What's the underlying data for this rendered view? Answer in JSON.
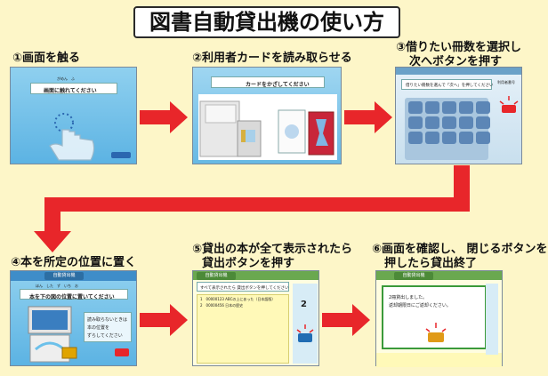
{
  "title": "図書自動貸出機の使い方",
  "steps": [
    {
      "label": "①画面を触る",
      "prompt": "画面に触れてください",
      "ruby": "がめん　ふ"
    },
    {
      "label": "②利用者カードを読み取らせる",
      "prompt": "カードをかざしてください"
    },
    {
      "label_line1": "③借りたい冊数を選択し",
      "label_line2": "次へボタンを押す",
      "prompt": "借りたい冊数を選んで「次へ」を押してください",
      "side_text": "利用者番号"
    },
    {
      "label": "④本を所定の位置に置く",
      "prompt": "本を下の図の位置に置いてください",
      "ruby": "ほん　した　ず　いち　お",
      "note_l1": "読み取らないときは",
      "note_l2": "本の位置を",
      "note_l3": "ずらしてください"
    },
    {
      "label_line1": "⑤貸出の本が全て表示されたら",
      "label_line2": "貸出ボタンを押す",
      "prompt": "すべて表示されたら 貸出ボタンを押してください",
      "row1": "1　00000123 ABCの上にあった（日本語版）",
      "row2": "2　00000456 日本の歴史",
      "count": "2"
    },
    {
      "label_line1": "⑥画面を確認し、 閉じるボタンを",
      "label_line2": "押したら貸出終了",
      "dialog_l1": "2冊貸出しました。",
      "dialog_l2": "返却期限日にご返却ください。"
    }
  ],
  "screen_header": "自動貸出機",
  "colors": {
    "arrow": "#e8262a",
    "screen_blue": "#5cb3e3",
    "screen_green": "#c2e0a0",
    "background": "#fdf6c8"
  },
  "icons": [
    "hand-touch-icon",
    "card-reader-icon",
    "library-card-icon",
    "keypad-icon",
    "book-scanner-icon",
    "next-button-icon",
    "lend-button-icon",
    "close-button-icon"
  ]
}
